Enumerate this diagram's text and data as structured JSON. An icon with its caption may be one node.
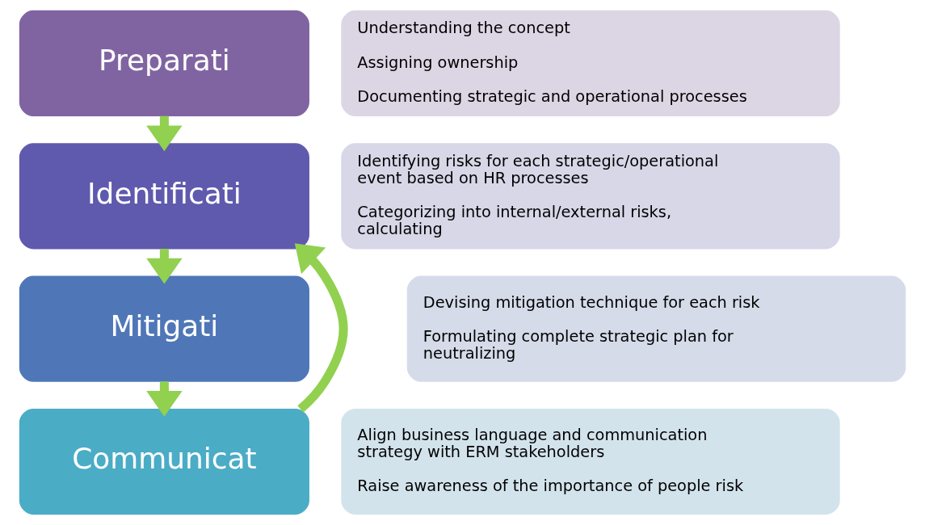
{
  "diagram": {
    "nodes": [
      {
        "text": [
          "Preparati"
        ]
      },
      {
        "text": [
          "Identificati"
        ]
      },
      {
        "text": [
          "Mitigati"
        ]
      },
      {
        "text": [
          "Communicat"
        ]
      },
      {
        "text": [
          "Understanding the concept",
          "Assigning ownership",
          "Documenting strategic and operational processes"
        ]
      },
      {
        "text": [
          "Identifying risks for each strategic/operational event based on HR processes",
          "Categorizing into internal/external risks, calculating"
        ]
      },
      {
        "text": [
          "Devising mitigation technique for each risk",
          "Formulating complete strategic plan for neutralizing"
        ]
      },
      {
        "text": [
          "Align business language and communication strategy with ERM stakeholders",
          "Raise awareness of the importance of people risk"
        ]
      }
    ],
    "edges": [
      {
        "from": 0,
        "to": 1,
        "arrow": "to"
      },
      {
        "from": 1,
        "to": 2,
        "arrow": "to"
      },
      {
        "from": 2,
        "to": 3,
        "arrow": "to"
      },
      {
        "from": 3,
        "to": 1,
        "arrow": "to"
      }
    ]
  }
}
